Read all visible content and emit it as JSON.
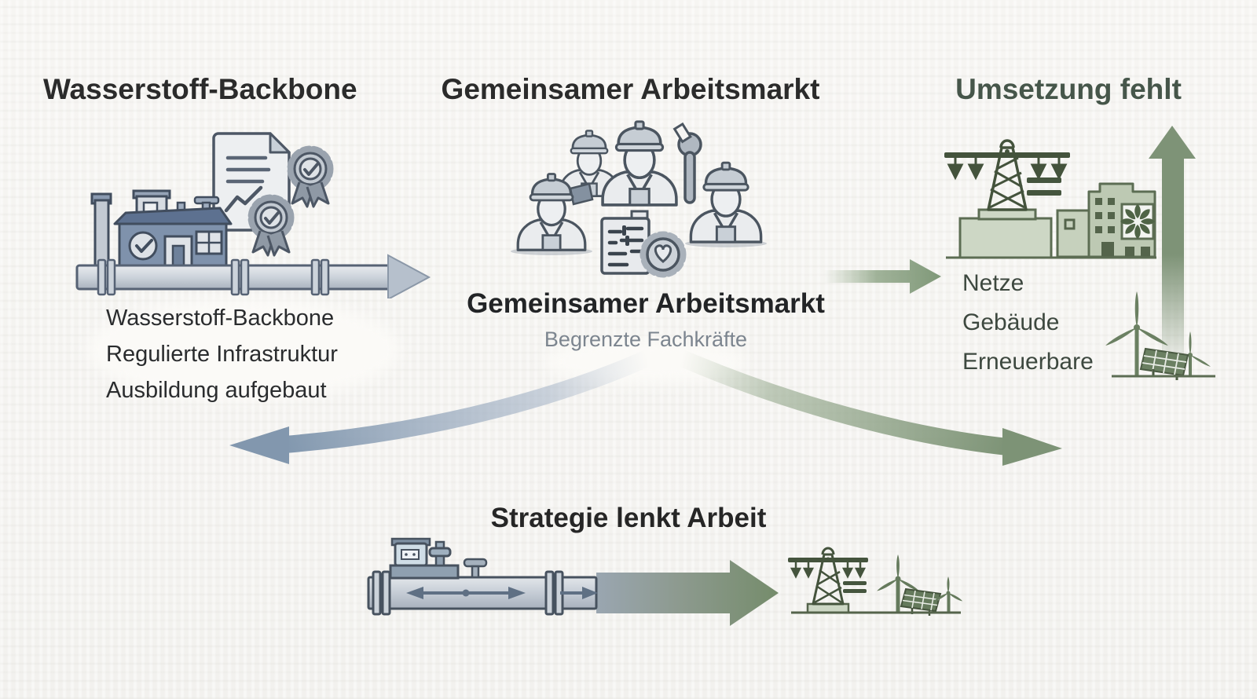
{
  "palette": {
    "background": "#f5f4f1",
    "steel_blue": "#8096ad",
    "pipe_gray": "#c3cad3",
    "outline_blue": "#4b5560",
    "green": "#7d9376",
    "green_dark": "#44533c",
    "dark_green_text": "#46564a",
    "title_text": "#2b2b2b",
    "muted_text": "#7c858f"
  },
  "sections": {
    "hydrogen": {
      "title": "Wasserstoff-Backbone",
      "items": [
        "Wasserstoff-Backbone",
        "Regulierte Infrastruktur",
        "Ausbildung aufgebaut"
      ],
      "icons": [
        "certificate-document-icon",
        "award-ribbon-icon",
        "hydrogen-plant-icon",
        "pipeline-arrow-icon"
      ]
    },
    "labor": {
      "title": "Gemeinsamer Arbeitsmarkt",
      "caption": "Gemeinsamer Arbeitsmarkt",
      "subcaption": "Begrenzte Fachkräfte",
      "icons": [
        "construction-workers-icon",
        "hard-hat-icon",
        "wrench-icon",
        "checklist-icon",
        "heart-badge-icon"
      ]
    },
    "implementation": {
      "title": "Umsetzung fehlt",
      "items": [
        "Netze",
        "Gebäude",
        "Erneuerbare"
      ],
      "icons": [
        "transmission-tower-icon",
        "city-buildings-icon",
        "eco-flower-logo",
        "upward-arrow-icon",
        "wind-turbine-icon",
        "solar-panel-icon"
      ]
    },
    "strategy": {
      "title": "Strategie lenkt Arbeit",
      "icons": [
        "pipeline-valves-icon",
        "flow-arrows-icon",
        "strategy-arrow-icon",
        "transmission-tower-icon",
        "wind-turbine-icon",
        "solar-panel-icon"
      ]
    },
    "connections": {
      "icons": [
        "curved-arrow-left-icon",
        "curved-arrow-right-icon",
        "transfer-arrow-right-icon"
      ]
    }
  }
}
